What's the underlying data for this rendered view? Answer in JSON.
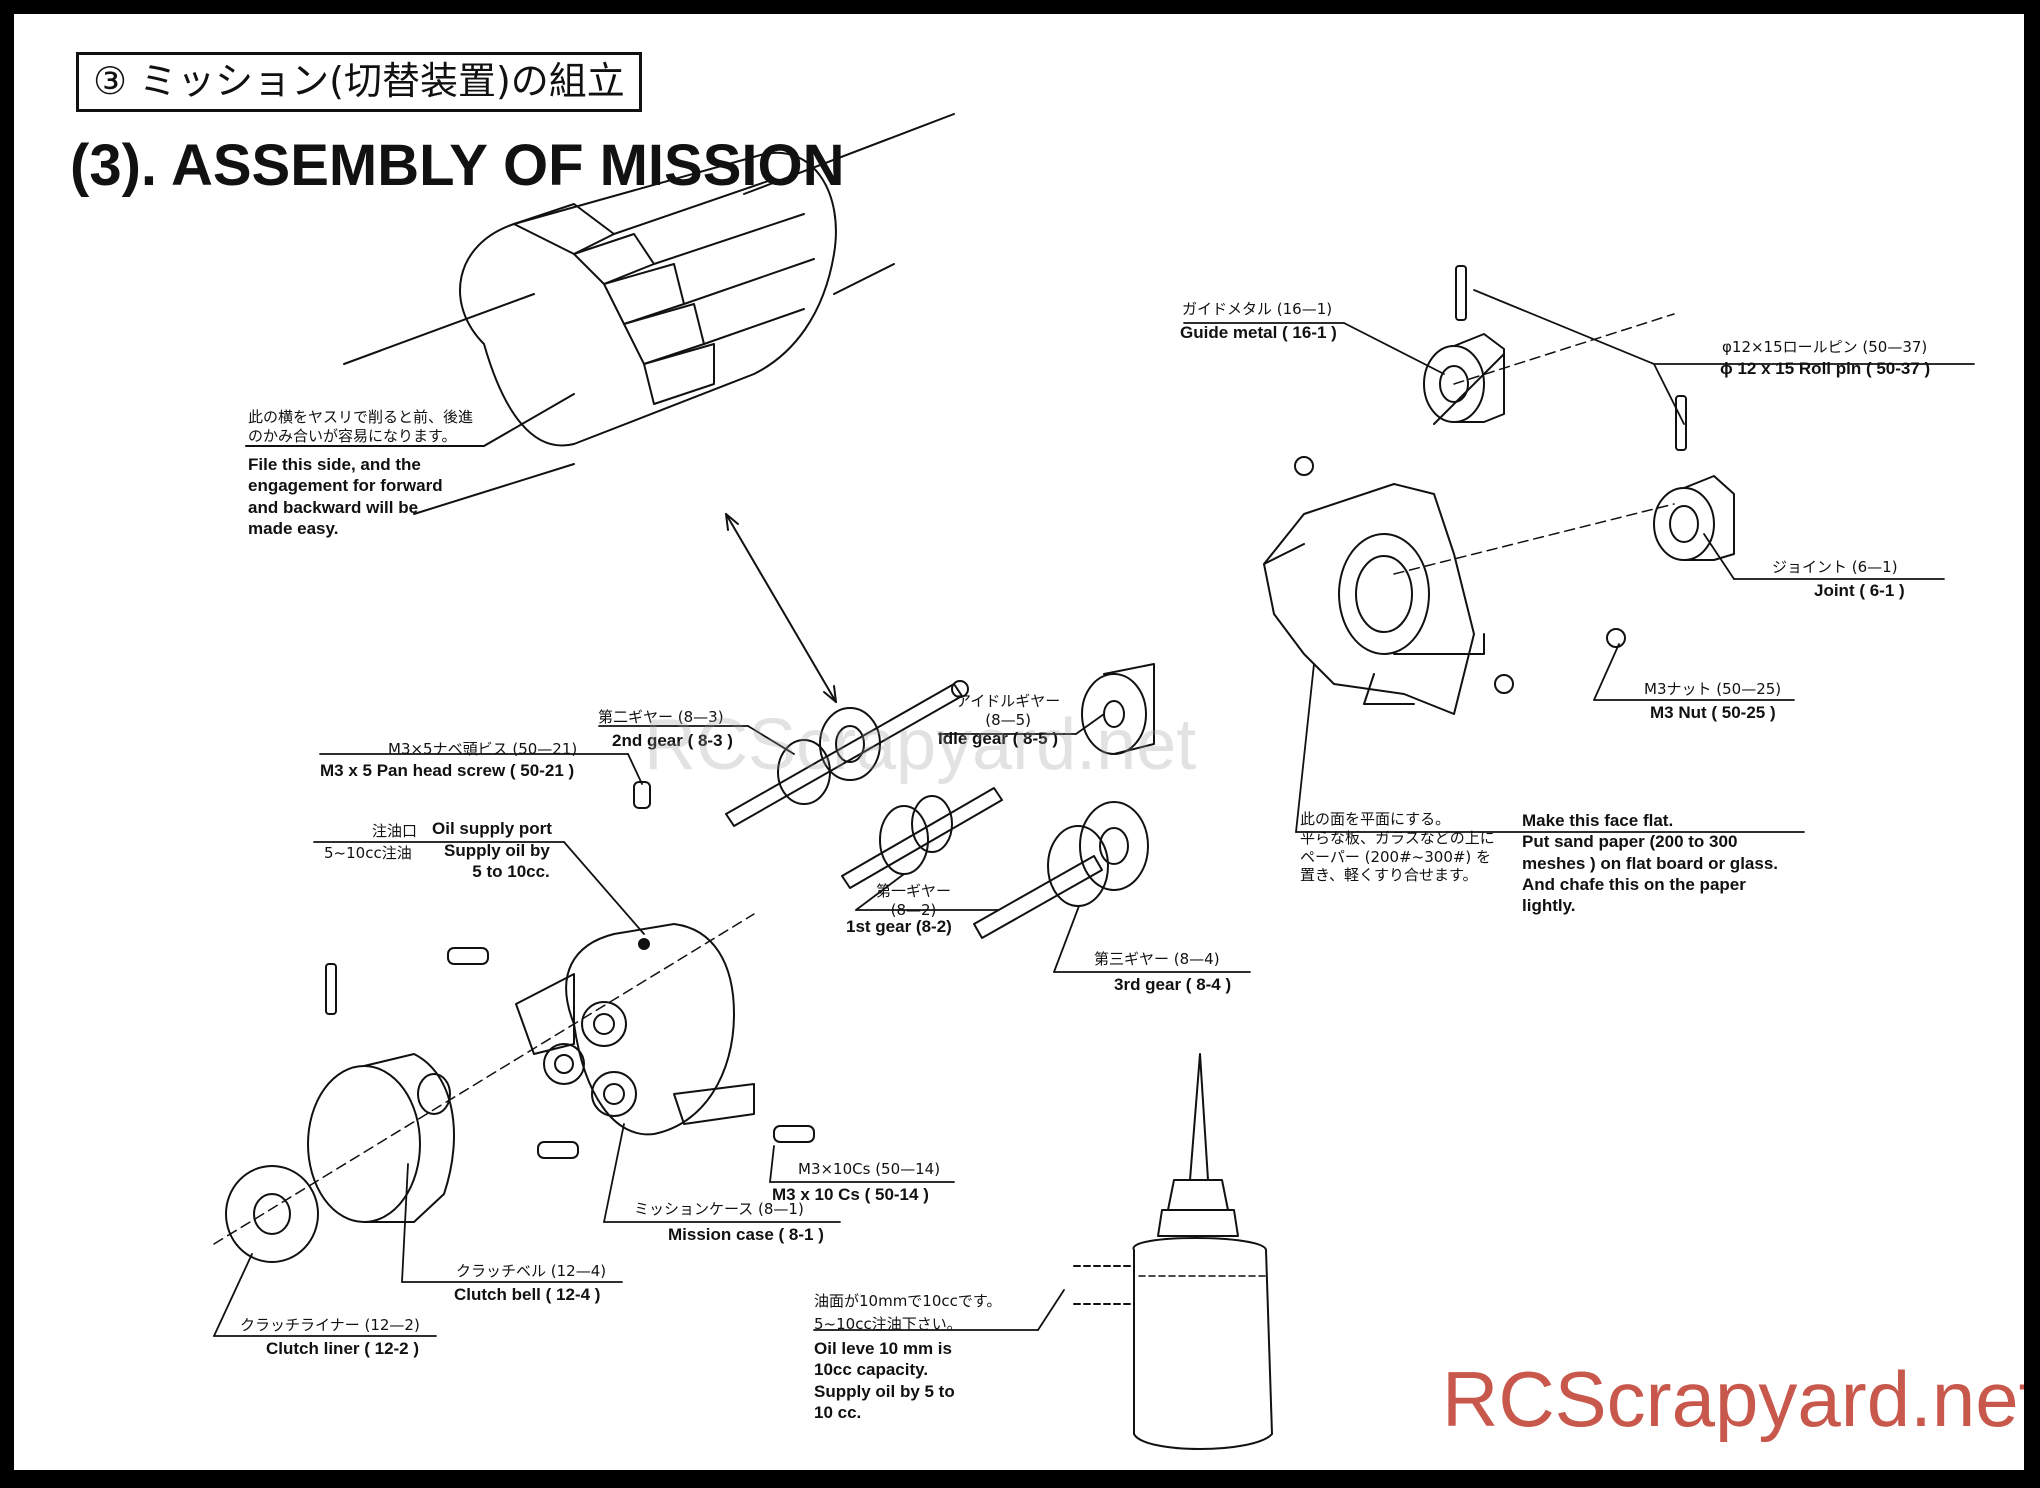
{
  "title": {
    "jp": "③ ミッション(切替装置)の組立",
    "en": "(3).  ASSEMBLY OF MISSION"
  },
  "labels": {
    "file_note_jp": "此の横をヤスリで削ると前、後進\nのかみ合いが容易になります。",
    "file_note_en": "File this side, and the\nengagement for forward\nand backward will  be\nmade easy.",
    "guide_metal_jp": "ガイドメタル (16—1)",
    "guide_metal_en": "Guide metal ( 16-1 )",
    "roll_pin_jp": "φ12×15ロールピン (50—37)",
    "roll_pin_en": "ϕ 12 x 15 Roll pin ( 50-37 )",
    "joint_jp": "ジョイント (6—1)",
    "joint_en": "Joint ( 6-1 )",
    "m3nut_jp": "M3ナット (50—25)",
    "m3nut_en": "M3 Nut ( 50-25 )",
    "gear2_jp": "第二ギヤー (8—3)",
    "gear2_en": "2nd gear ( 8-3 )",
    "idle_jp": "アイドルギヤー\n(8—5)",
    "idle_en": "Idle gear ( 8-5 )",
    "screw_jp": "M3×5ナベ頭ビス (50—21)",
    "screw_en": "M3 x 5 Pan head screw ( 50-21 )",
    "oil_port_jp": "注油口",
    "oil_port_en": "Oil supply port",
    "oil_amount_jp": "5~10cc注油",
    "oil_amount_en": "Supply oil by\n5 to 10cc.",
    "face_flat_jp": "此の面を平面にする。\n平らな板、ガラスなどの上に\nペーパー (200#~300#) を\n置き、軽くすり合せます。",
    "face_flat_en": "Make this face flat.\nPut sand paper (200 to 300\nmeshes ) on flat board or glass.\nAnd chafe this on the paper\nlightly.",
    "gear1_jp": "第一ギヤー\n(8—2)",
    "gear1_en": "1st gear (8-2)",
    "gear3_jp": "第三ギヤー (8—4)",
    "gear3_en": "3rd gear ( 8-4 )",
    "cs_screw_jp": "M3×10Cs (50—14)",
    "cs_screw_en": "M3 x 10 Cs ( 50-14 )",
    "case_jp": "ミッションケース (8—1)",
    "case_en": "Mission case ( 8-1 )",
    "clutch_bell_jp": "クラッチベル (12—4)",
    "clutch_bell_en": "Clutch bell ( 12-4 )",
    "clutch_liner_jp": "クラッチライナー (12—2)",
    "clutch_liner_en": "Clutch liner ( 12-2 )",
    "oil_level_jp": "油面が10mmで10ccです。\n5~10cc注油下さい。",
    "oil_level_en": "Oil leve 10 mm is\n10cc capacity.\nSupply oil by 5 to\n10 cc."
  },
  "watermarks": {
    "center": "RCScrapyard.net",
    "corner": "RCScrapyard.net"
  },
  "colors": {
    "frame": "#000000",
    "ink": "#111111",
    "watermark_corner": "#c8574c"
  }
}
